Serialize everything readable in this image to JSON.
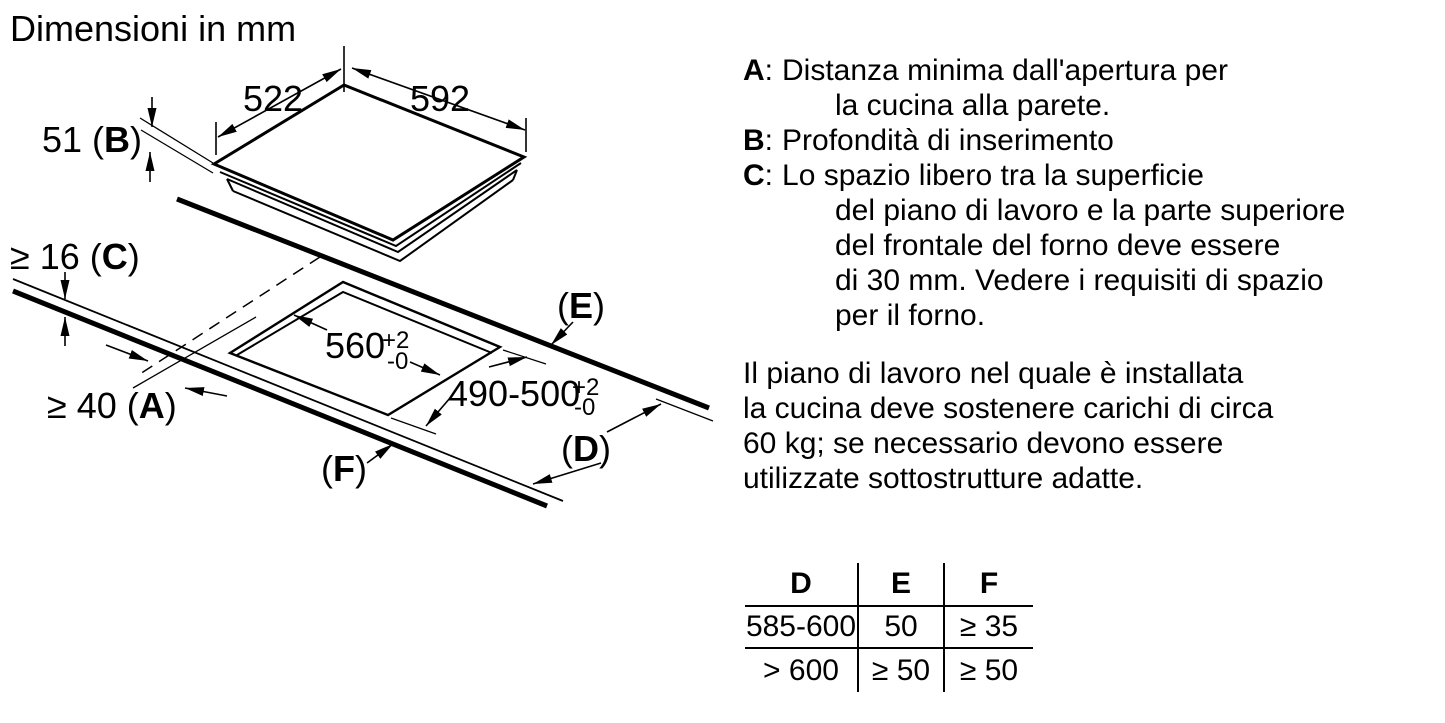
{
  "title": "Dimensioni in mm",
  "colors": {
    "ink": "#000000",
    "background": "#ffffff"
  },
  "diagram": {
    "dim_top_left": "522",
    "dim_top_right": "592",
    "dim_depth": {
      "pre": "51 (",
      "letter": "B",
      "post": ")"
    },
    "dim_clearance": {
      "pre": "≥ 16 (",
      "letter": "C",
      "post": ")"
    },
    "dim_wall": {
      "pre": "≥ 40 (",
      "letter": "A",
      "post": ")"
    },
    "cutout_width": {
      "value": "560",
      "sup": "+2",
      "sub": "-0"
    },
    "cutout_depth": {
      "value": "490-500",
      "sup": "+2",
      "sub": "-0"
    },
    "label_e": {
      "pre": "(",
      "letter": "E",
      "post": ")"
    },
    "label_d": {
      "pre": "(",
      "letter": "D",
      "post": ")"
    },
    "label_f": {
      "pre": "(",
      "letter": "F",
      "post": ")"
    }
  },
  "legend": {
    "items": [
      {
        "letter": "A",
        "sep": ":",
        "lines": [
          "Distanza minima dall'apertura per",
          "la cucina alla parete."
        ]
      },
      {
        "letter": "B",
        "sep": ":",
        "lines": [
          "Profondità di inserimento"
        ]
      },
      {
        "letter": "C",
        "sep": ":",
        "lines": [
          "Lo spazio libero tra la superficie",
          "del piano di lavoro e la parte superiore",
          "del frontale del forno deve essere",
          "di 30 mm. Vedere i requisiti di spazio",
          "per il forno."
        ]
      }
    ]
  },
  "paragraph": {
    "lines": [
      "Il piano di lavoro nel quale è installata",
      "la cucina deve sostenere carichi di circa",
      "60 kg; se necessario devono essere",
      "utilizzate sottostrutture adatte."
    ]
  },
  "table": {
    "headers": [
      "D",
      "E",
      "F"
    ],
    "rows": [
      [
        "585-600",
        "50",
        "≥ 35"
      ],
      [
        "> 600",
        "≥ 50",
        "≥ 50"
      ]
    ]
  }
}
